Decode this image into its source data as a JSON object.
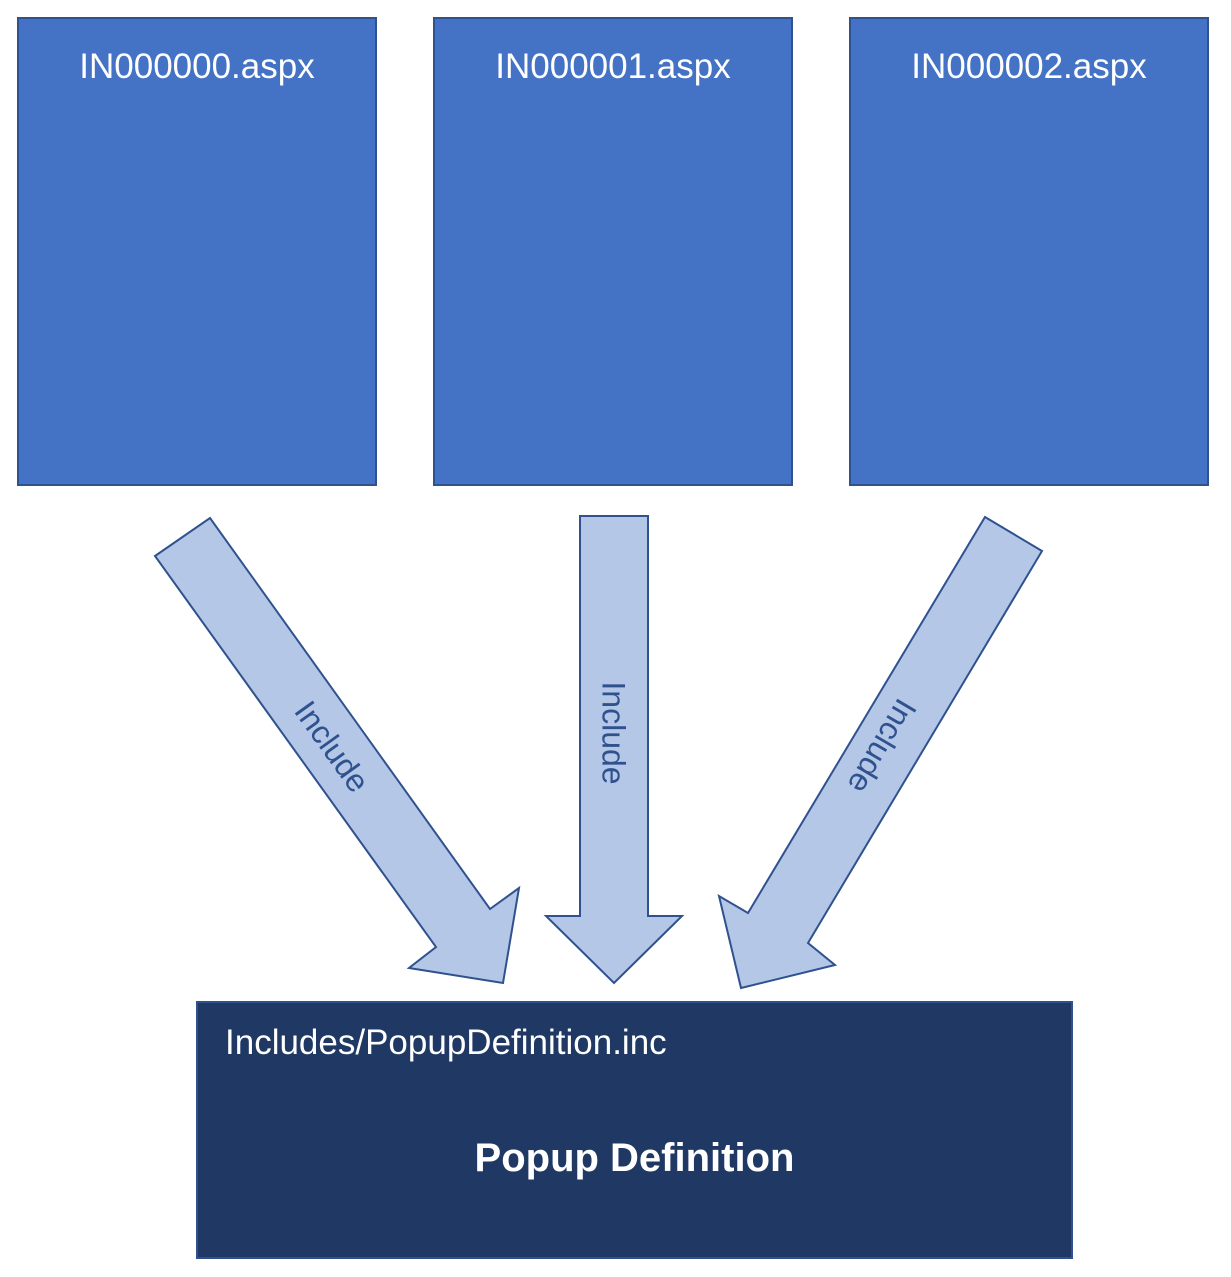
{
  "source_pages": [
    {
      "label": "IN000000.aspx"
    },
    {
      "label": "IN000001.aspx"
    },
    {
      "label": "IN000002.aspx"
    }
  ],
  "arrows": [
    {
      "label": "Include"
    },
    {
      "label": "Include"
    },
    {
      "label": "Include"
    }
  ],
  "target": {
    "path": "Includes/PopupDefinition.inc",
    "title": "Popup Definition"
  },
  "colors": {
    "page_fill": "#4472c4",
    "page_border": "#2f528f",
    "arrow_fill": "#b4c7e7",
    "arrow_border": "#2f528f",
    "target_fill": "#203864",
    "text_light": "#ffffff"
  }
}
